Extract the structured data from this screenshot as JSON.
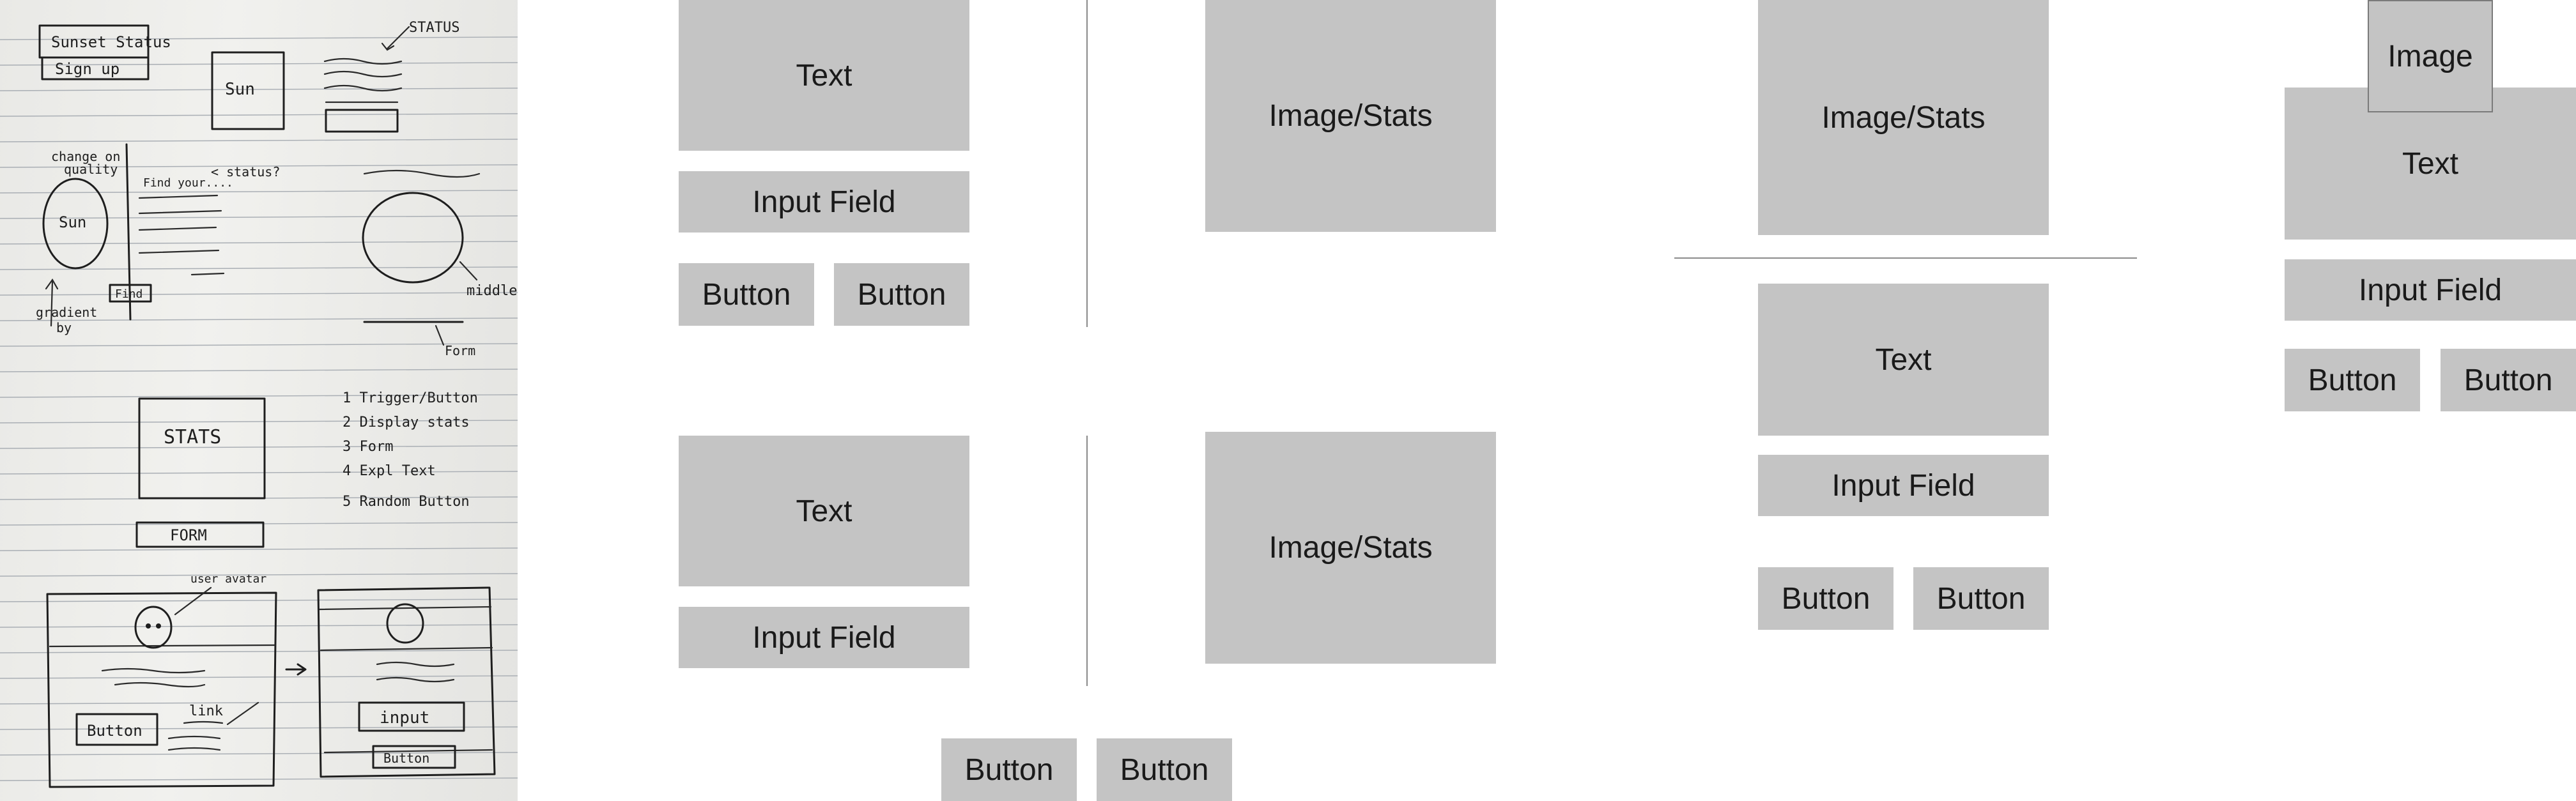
{
  "sketch": {
    "title_box": "Sunset Status",
    "signup_box": "Sign up",
    "sun_box": "Sun",
    "status_note": "STATUS",
    "change_on_quality": [
      "change on",
      "quality"
    ],
    "sun_circle": "Sun",
    "find_your": "Find your....",
    "status_q": "< status?",
    "find_btn": "Find",
    "gradient_by": [
      "gradient",
      "by"
    ],
    "middle": "middle",
    "form_note": "Form",
    "stats_box": "STATS",
    "form_box": "FORM",
    "list": [
      "1 Trigger/Button",
      "2 Display stats",
      "3 Form",
      "4 Expl Text",
      "5 Random Button"
    ],
    "avatar_note": "user avatar",
    "button_box": "Button",
    "link_note": "link",
    "input_box": "input",
    "button_small": "Button"
  },
  "wireframes": {
    "layout_a": {
      "top_left": {
        "text": "Text",
        "input": "Input Field",
        "buttons": [
          "Button",
          "Button"
        ]
      },
      "top_right": {
        "media": "Image/Stats"
      },
      "bottom_left": {
        "text": "Text",
        "input": "Input Field"
      },
      "bottom_right": {
        "media": "Image/Stats"
      },
      "bottom_buttons": [
        "Button",
        "Button"
      ]
    },
    "layout_b": {
      "media": "Image/Stats",
      "text": "Text",
      "input": "Input Field",
      "buttons": [
        "Button",
        "Button"
      ]
    },
    "layout_c": {
      "image": "Image",
      "text": "Text",
      "input": "Input Field",
      "buttons": [
        "Button",
        "Button"
      ]
    }
  }
}
